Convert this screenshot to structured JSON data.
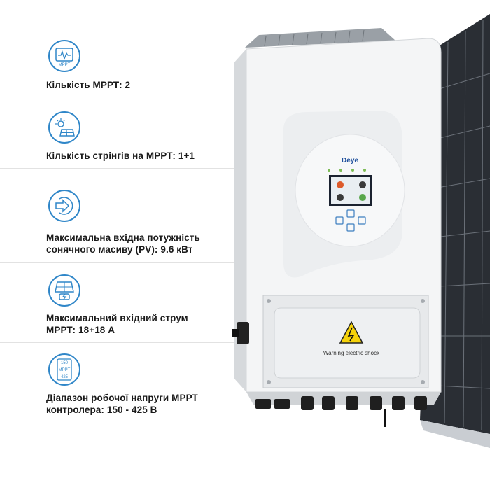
{
  "specs": [
    {
      "icon": "mppt-icon",
      "icon_text": "MPPT",
      "label": "Кількість МРРТ: 2"
    },
    {
      "icon": "solar-panel-sun-icon",
      "label": "Кількість стрінгів на МРРТ: 1+1"
    },
    {
      "icon": "input-power-icon",
      "label_line1": "Максимальна вхідна потужність",
      "label_line2": "сонячного масиву (PV): 9.6 кВт"
    },
    {
      "icon": "panel-current-icon",
      "label_line1": "Максимальний вхідний струм",
      "label_line2": "МРРТ: 18+18 А"
    },
    {
      "icon": "voltage-range-icon",
      "icon_top": "150",
      "icon_mid": "MPPT",
      "icon_bot": "425",
      "label_line1": "Діапазон робочої напруги МРРТ",
      "label_line2": "контролера: 150 - 425 В"
    }
  ],
  "product": {
    "brand": "Deye",
    "warning_label": "Warning electric shock"
  },
  "colors": {
    "accent": "#2f86c8",
    "text": "#1a1a1a"
  }
}
